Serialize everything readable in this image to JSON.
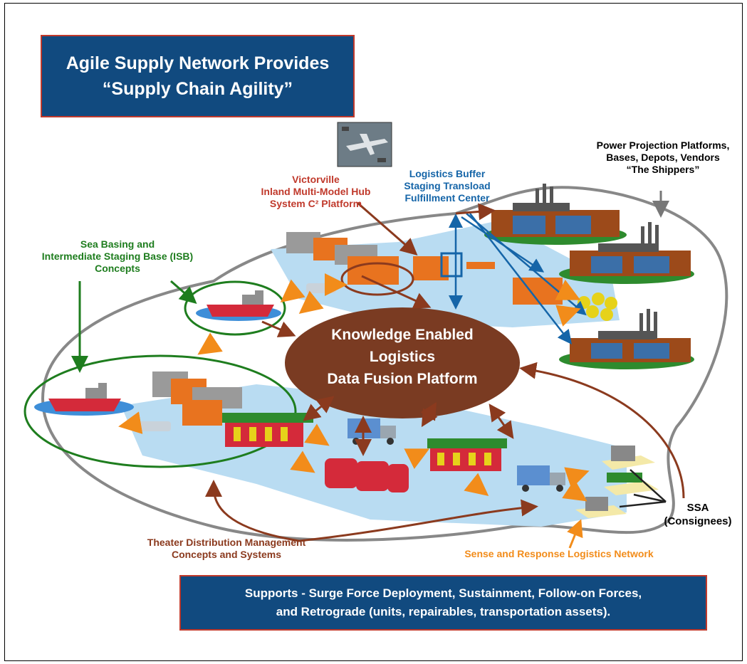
{
  "title_banner": {
    "line1": "Agile Supply Network Provides",
    "line2": "“Supply Chain Agility”"
  },
  "hub": {
    "line1": "Knowledge Enabled",
    "line2": "Logistics",
    "line3": "Data Fusion Platform"
  },
  "labels": {
    "victorville": [
      "Victorville",
      "Inland Multi-Model Hub",
      "System C² Platform"
    ],
    "logistics_buffer": [
      "Logistics Buffer",
      "Staging Transload",
      "Fulfillment Center"
    ],
    "power_projection": [
      "Power Projection Platforms,",
      "Bases, Depots, Vendors",
      "“The Shippers”"
    ],
    "sea_basing": [
      "Sea Basing and",
      "Intermediate Staging Base (ISB)",
      "Concepts"
    ],
    "theater": [
      "Theater Distribution Management",
      "Concepts and Systems"
    ],
    "ssa": [
      "SSA",
      "(Consignees)"
    ],
    "sense_response": "Sense and Response Logistics Network"
  },
  "bottom_banner": {
    "line1": "Supports - Surge Force Deployment, Sustainment, Follow-on Forces,",
    "line2": "and Retrograde (units, repairables, transportation assets)."
  },
  "colors": {
    "banner_bg": "#114a7f",
    "banner_border": "#c0392b",
    "hub": "#7a3b22",
    "victorville_text": "#c0392b",
    "buffer_text": "#1565a8",
    "sea_text": "#1e7d1e",
    "theater_text": "#8b3a1e",
    "sense_text": "#f28c1a",
    "water": "#b9dcf2",
    "container_orange": "#e8731f",
    "container_gray": "#9a9a9a",
    "ship_red": "#d42a3a",
    "factory_brown": "#9c4a1a",
    "grass": "#2e8b2e"
  }
}
